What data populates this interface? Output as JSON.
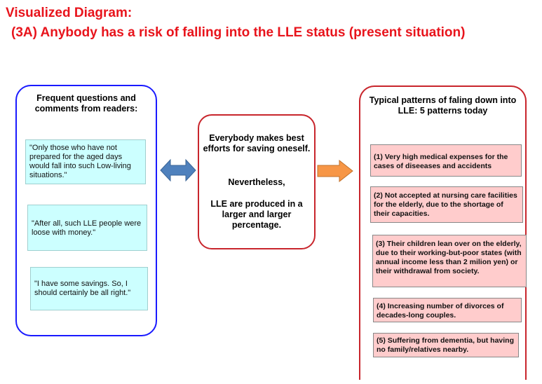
{
  "title": {
    "line1": "Visualized Diagram:",
    "line2": "(3A) Anybody has a risk of falling into the LLE  status (present situation)"
  },
  "left_panel": {
    "title": "Frequent questions and comments from readers:",
    "quotes": [
      "\"Only those who have not prepared for the aged days would fall into such Low-living situations.\"",
      "\"After all, such LLE people were loose with money.\"",
      "\"I have some savings.  So, I should certainly be all right.\""
    ]
  },
  "center_panel": {
    "text1": "Everybody makes best efforts for saving oneself.",
    "text2": "Nevertheless,",
    "text3": "LLE are produced in a larger and larger percentage."
  },
  "right_panel": {
    "title": "Typical patterns of faling down into LLE: 5 patterns today",
    "patterns": [
      "(1)  Very high medical expenses for the cases of diseeases and accidents",
      "(2) Not accepted at nursing care facilities for the elderly, due to the shortage of their capacities.",
      "(3) Their children lean over on the elderly, due to their working-but-poor states (with annual income less than 2 milion yen) or their withdrawal from society.",
      "(4) Increasing number of divorces of decades-long couples.",
      "(5) Suffering from dementia, but having no family/relatives nearby."
    ]
  },
  "colors": {
    "title": "#e8141c",
    "left_border": "#1a1aff",
    "right_border": "#c8252c",
    "quote_fill": "#ccffff",
    "pattern_fill": "#ffcccc",
    "double_arrow": "#4f81bd",
    "right_arrow": "#f79646"
  },
  "icons": {
    "double_arrow": "double-headed-arrow-icon",
    "right_arrow": "right-arrow-icon"
  }
}
